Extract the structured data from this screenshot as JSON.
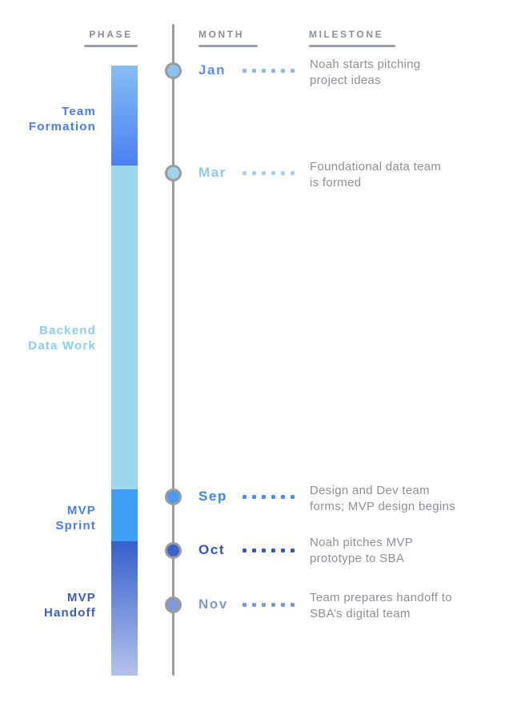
{
  "header": {
    "columns": [
      {
        "label": "PHASE"
      },
      {
        "label": "MONTH"
      },
      {
        "label": "MILESTONE"
      }
    ]
  },
  "phases": [
    {
      "name": "Team Formation",
      "lines": [
        "Team",
        "Formation"
      ],
      "label_color": "#4a7cee",
      "bar_from": "#88bdf3",
      "bar_to": "#4a80f1"
    },
    {
      "name": "Backend Data Work",
      "lines": [
        "Backend",
        "Data Work"
      ],
      "label_color": "#8ecdec",
      "bar_from": "#9fd6ee",
      "bar_to": "#9fd6ee"
    },
    {
      "name": "MVP Sprint",
      "lines": [
        "MVP",
        "Sprint"
      ],
      "label_color": "#4a7de8",
      "bar_from": "#3f9ff4",
      "bar_to": "#3f9ff4"
    },
    {
      "name": "MVP Handoff",
      "lines": [
        "MVP",
        "Handoff"
      ],
      "label_color": "#3f5cc2",
      "bar_from": "#3560cb",
      "bar_to": "#b3c2ea"
    }
  ],
  "events": [
    {
      "month": "Jan",
      "milestone_lines": [
        "Noah starts pitching",
        "project ideas"
      ],
      "label_color": "#5b8ff2",
      "dot_color": "#8ab6f6",
      "node_color": "#8ec2f2"
    },
    {
      "month": "Mar",
      "milestone_lines": [
        "Foundational data team",
        "is formed"
      ],
      "label_color": "#8ecbe8",
      "dot_color": "#9fd4ec",
      "node_color": "#9fd4ea"
    },
    {
      "month": "Sep",
      "milestone_lines": [
        "Design and Dev team",
        "forms; MVP design begins"
      ],
      "label_color": "#3b86ee",
      "dot_color": "#4a8ef2",
      "node_color": "#4a9cf2"
    },
    {
      "month": "Oct",
      "milestone_lines": [
        "Noah pitches MVP",
        "prototype to SBA"
      ],
      "label_color": "#3156c4",
      "dot_color": "#3156c4",
      "node_color": "#3c60ce"
    },
    {
      "month": "Nov",
      "milestone_lines": [
        "Team prepares handoff to",
        "SBA’s digital team"
      ],
      "label_color": "#7e96dd",
      "dot_color": "#7e96dd",
      "node_color": "#8099dd"
    }
  ],
  "palette": {
    "line_gray": "#9b9b9b",
    "header_text_gray": "#8a9097",
    "rule_gray": "#9aa0a6",
    "milestone_text_gray": "#8b9199",
    "background": "#ffffff"
  }
}
